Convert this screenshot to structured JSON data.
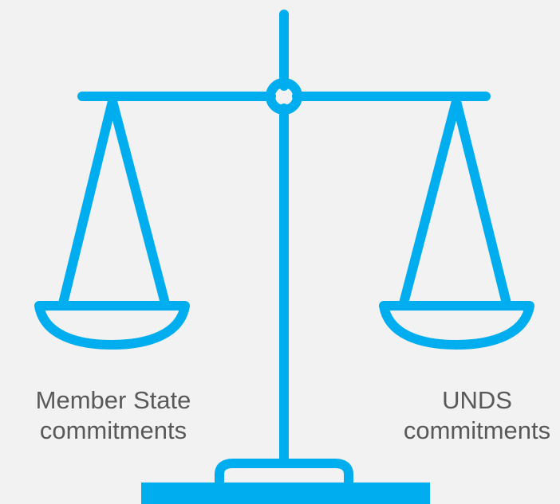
{
  "labels": {
    "left": {
      "line1": "Member State",
      "line2": "commitments"
    },
    "right": {
      "line1": "UNDS",
      "line2": "commitments"
    }
  },
  "colors": {
    "background": "#f2f2f2",
    "scale": "#00aeef",
    "text": "#595959"
  },
  "icons": {
    "figure": "balance-scale-icon"
  }
}
